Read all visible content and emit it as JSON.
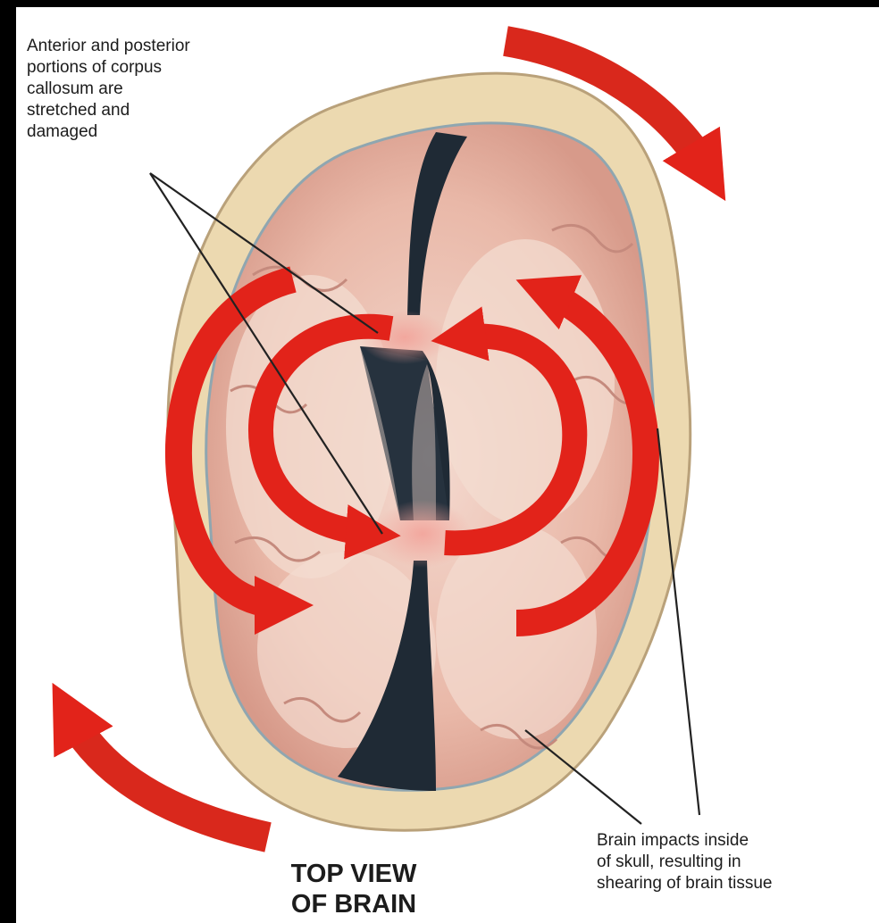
{
  "labels": {
    "corpus_callosum": "Anterior and posterior\nportions of corpus\ncallosum are\nstretched and\ndamaged",
    "shearing": "Brain impacts inside\nof skull, resulting in\nshearing of brain tissue",
    "title": "TOP VIEW\nOF BRAIN"
  },
  "colors": {
    "background": "#ffffff",
    "border": "#000000",
    "skull": "#ecd9b0",
    "brain_tissue": "#e8b9a9",
    "white_matter": "#f3dcd0",
    "ventricle": "#1f2a35",
    "arrow_red": "#e2231a",
    "leader_line": "#222222"
  }
}
